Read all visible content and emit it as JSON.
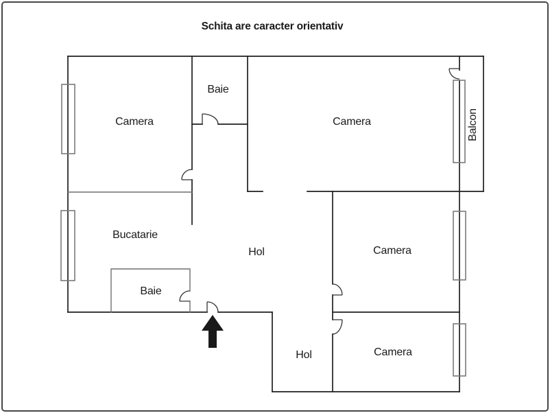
{
  "title": "Schita are caracter orientativ",
  "rooms": {
    "camera_top_left": {
      "label": "Camera"
    },
    "baie_top": {
      "label": "Baie"
    },
    "camera_top_right": {
      "label": "Camera"
    },
    "balcon": {
      "label": "Balcon"
    },
    "bucatarie": {
      "label": "Bucatarie"
    },
    "hol_center": {
      "label": "Hol"
    },
    "camera_mid_right": {
      "label": "Camera"
    },
    "baie_bottom": {
      "label": "Baie"
    },
    "hol_bottom": {
      "label": "Hol"
    },
    "camera_bottom_right": {
      "label": "Camera"
    }
  },
  "icons": {
    "entrance_arrow": "up-arrow-entrance-marker"
  },
  "colors": {
    "wall": "#1f1f1f",
    "wall_light": "#6f6f6f",
    "window": "#7a7a7a",
    "door": "#333333",
    "arrow": "#1a1a1a",
    "frame": "#474747",
    "background": "#ffffff"
  }
}
